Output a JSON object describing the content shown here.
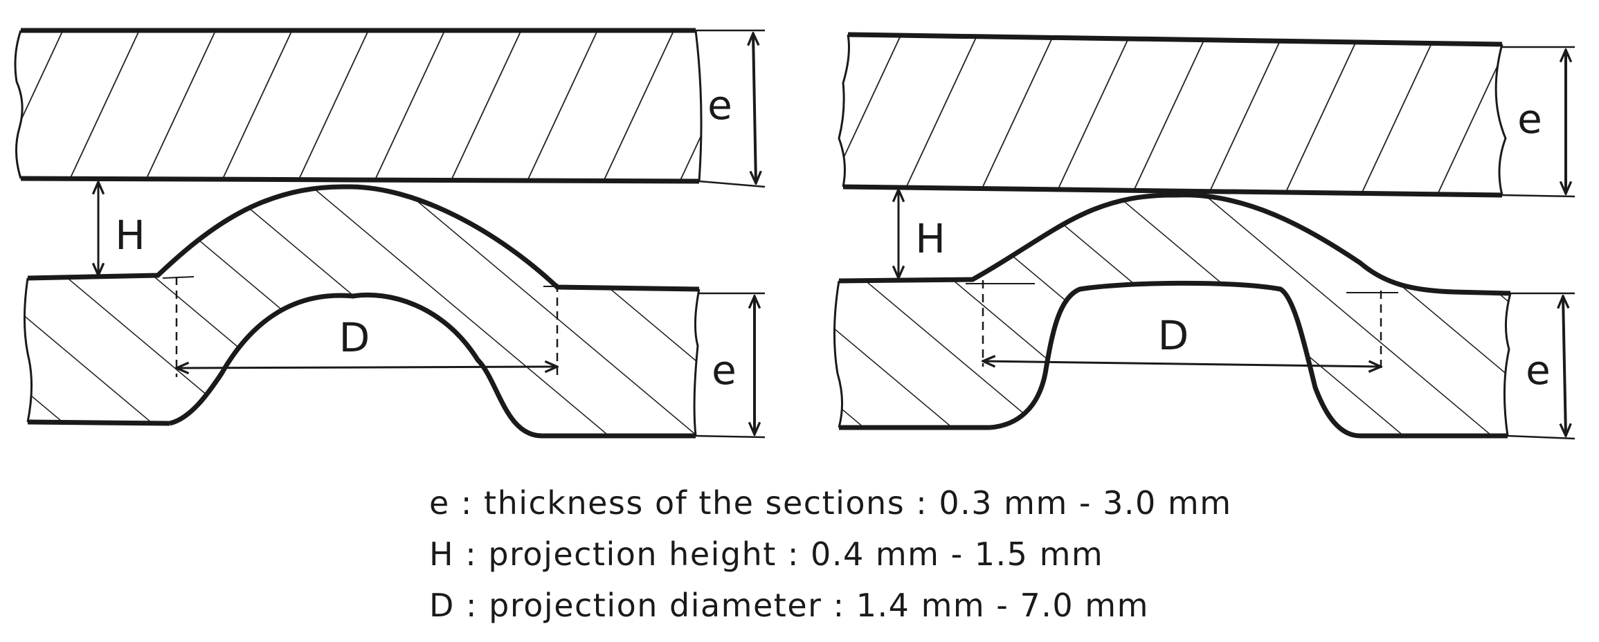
{
  "diagram": {
    "left_view": {
      "label_e_top": "e",
      "label_h": "H",
      "label_d": "D",
      "label_e_bottom": "e"
    },
    "right_view": {
      "label_e_top": "e",
      "label_h": "H",
      "label_d": "D",
      "label_e_bottom": "e"
    }
  },
  "legend": [
    "e : thickness of the sections : 0.3 mm - 3.0 mm",
    "H : projection height : 0.4 mm - 1.5 mm",
    "D : projection diameter : 1.4 mm - 7.0 mm"
  ]
}
